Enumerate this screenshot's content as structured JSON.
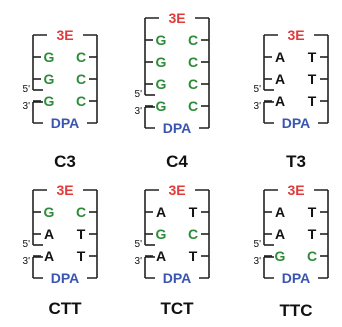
{
  "colors": {
    "end_group": "#e03a3a",
    "gc_pair": "#2e8b3a",
    "at_pair": "#111111",
    "anchor": "#3a55b0",
    "line": "#222222"
  },
  "diagrams": [
    {
      "title": "C3",
      "top": "3E",
      "bottom": "DPA",
      "pairs": [
        [
          "G",
          "C"
        ],
        [
          "G",
          "C"
        ],
        [
          "G",
          "C"
        ]
      ],
      "label5": "5'",
      "label3": "3'"
    },
    {
      "title": "C4",
      "top": "3E",
      "bottom": "DPA",
      "pairs": [
        [
          "G",
          "C"
        ],
        [
          "G",
          "C"
        ],
        [
          "G",
          "C"
        ],
        [
          "G",
          "C"
        ]
      ],
      "label5": "5'",
      "label3": "3'"
    },
    {
      "title": "T3",
      "top": "3E",
      "bottom": "DPA",
      "pairs": [
        [
          "A",
          "T"
        ],
        [
          "A",
          "T"
        ],
        [
          "A",
          "T"
        ]
      ],
      "label5": "5'",
      "label3": "3'"
    },
    {
      "title": "CTT",
      "top": "3E",
      "bottom": "DPA",
      "pairs": [
        [
          "G",
          "C"
        ],
        [
          "A",
          "T"
        ],
        [
          "A",
          "T"
        ]
      ],
      "label5": "5'",
      "label3": "3'"
    },
    {
      "title": "TCT",
      "top": "3E",
      "bottom": "DPA",
      "pairs": [
        [
          "A",
          "T"
        ],
        [
          "G",
          "C"
        ],
        [
          "A",
          "T"
        ]
      ],
      "label5": "5'",
      "label3": "3'"
    },
    {
      "title": "TTC",
      "top": "3E",
      "bottom": "DPA",
      "pairs": [
        [
          "A",
          "T"
        ],
        [
          "A",
          "T"
        ],
        [
          "G",
          "C"
        ]
      ],
      "label5": "5'",
      "label3": "3'"
    }
  ]
}
